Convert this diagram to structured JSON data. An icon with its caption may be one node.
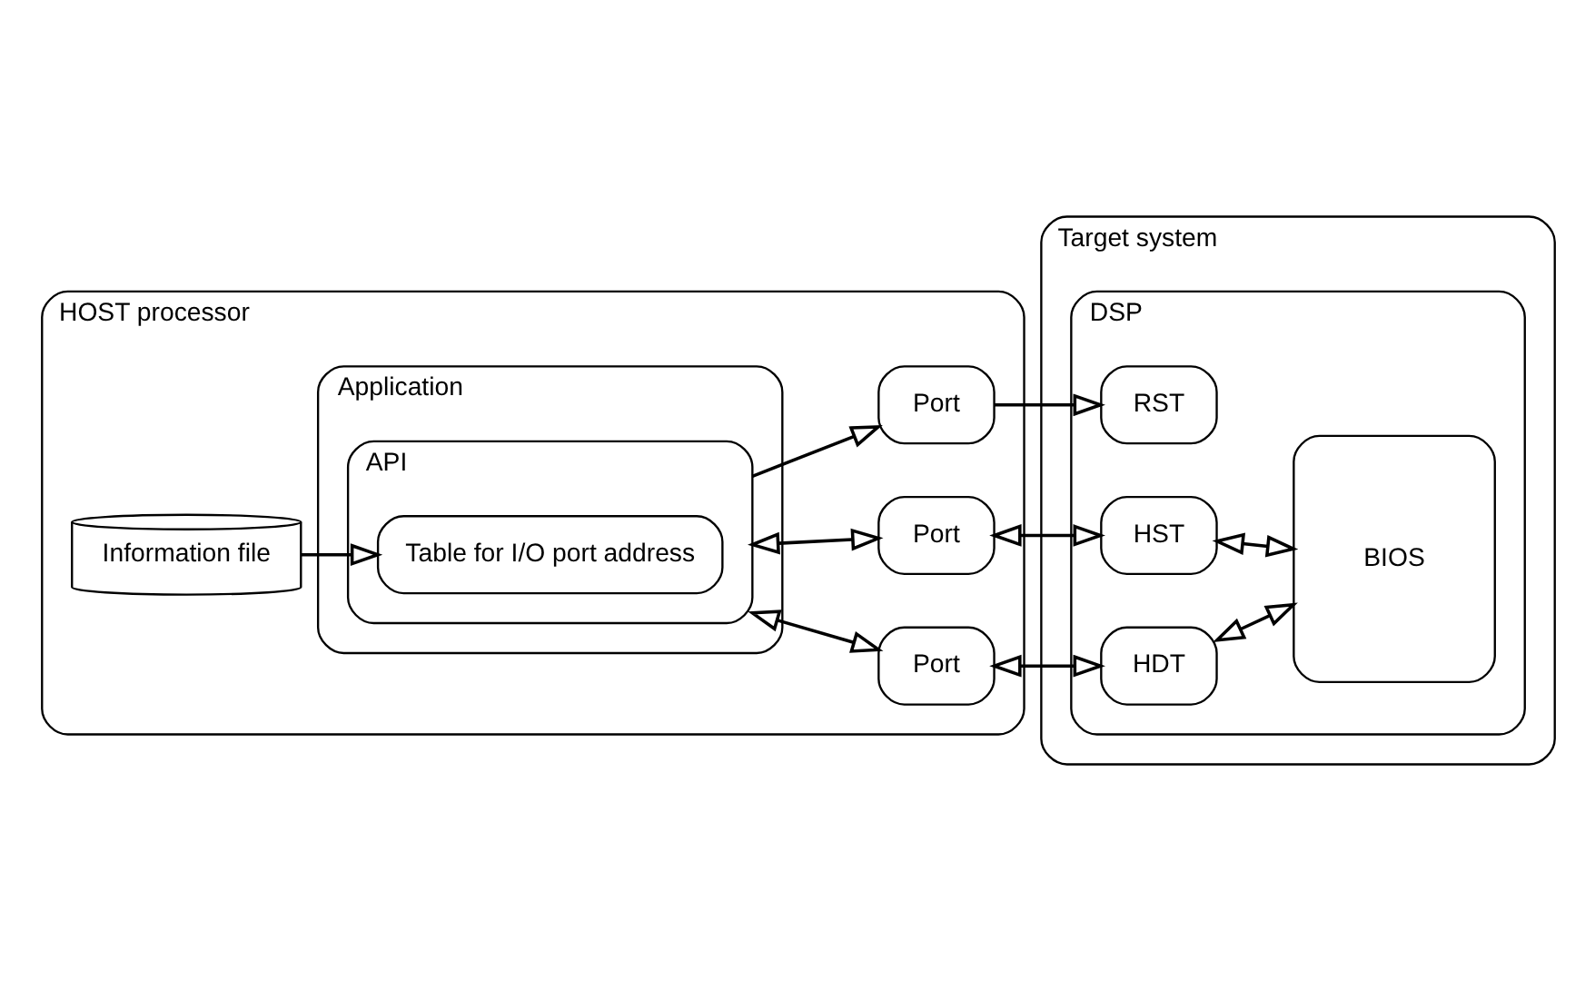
{
  "diagram": {
    "nodes": [
      {
        "text": [
          "HOST processor"
        ]
      },
      {
        "text": [
          "Application"
        ],
        "in": 0
      },
      {
        "text": [
          "API"
        ],
        "in": 1
      },
      {
        "text": [
          "Table for I/O port address"
        ],
        "in": 2
      },
      {
        "text": [
          "Information file"
        ],
        "in": 0
      },
      {
        "text": [
          "Port"
        ],
        "in": 0
      },
      {
        "text": [
          "Port"
        ],
        "in": 0
      },
      {
        "text": [
          "Port"
        ],
        "in": 0
      },
      {
        "text": [
          "Target system"
        ]
      },
      {
        "text": [
          "DSP"
        ],
        "in": 8
      },
      {
        "text": [
          "HDT"
        ],
        "in": 9
      },
      {
        "text": [
          "HST"
        ],
        "in": 9
      },
      {
        "text": [
          "RST"
        ],
        "in": 9
      },
      {
        "text": [
          "BIOS"
        ],
        "in": 9
      }
    ],
    "edges": [
      {
        "from": 4,
        "to": 3,
        "arrow": "to"
      },
      {
        "from": 2,
        "to": 5,
        "arrow": "both"
      },
      {
        "from": 2,
        "to": 6,
        "arrow": "both"
      },
      {
        "from": 2,
        "to": 7,
        "arrow": "to"
      },
      {
        "from": 5,
        "to": 10,
        "arrow": "both"
      },
      {
        "from": 6,
        "to": 11,
        "arrow": "both"
      },
      {
        "from": 7,
        "to": 12,
        "arrow": "to"
      },
      {
        "from": 10,
        "to": 13,
        "arrow": "both"
      },
      {
        "from": 11,
        "to": 13,
        "arrow": "both"
      }
    ]
  }
}
